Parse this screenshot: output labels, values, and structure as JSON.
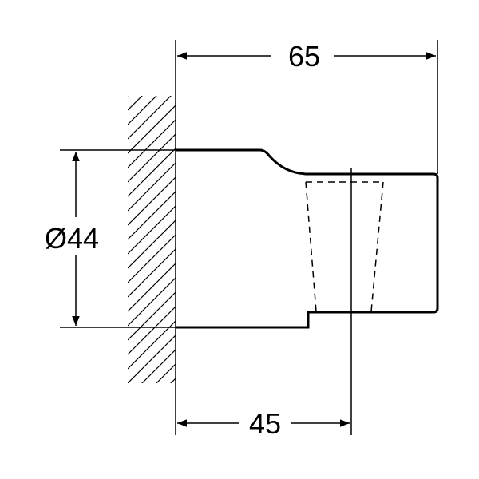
{
  "dimensions": {
    "overall_length": "65",
    "base_length": "45",
    "diameter": "Ø44"
  },
  "colors": {
    "line": "#000000",
    "background": "#ffffff"
  }
}
